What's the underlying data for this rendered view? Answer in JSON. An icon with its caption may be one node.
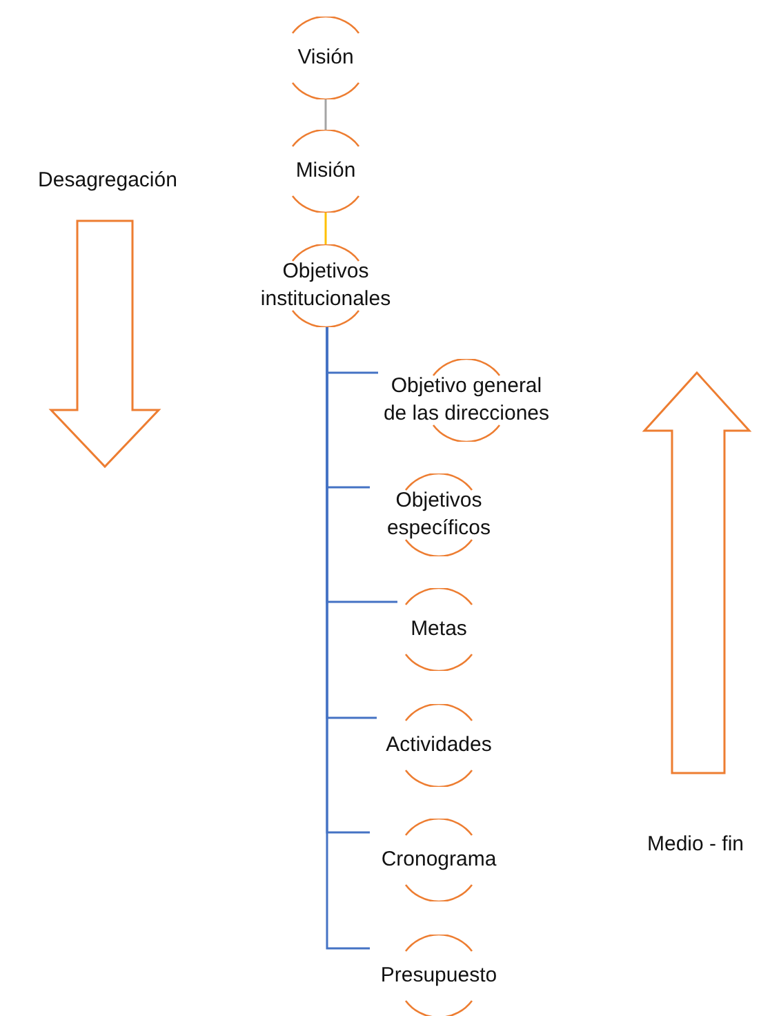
{
  "diagram": {
    "nodes": [
      {
        "text": [
          "Visión"
        ]
      },
      {
        "text": [
          "Misión"
        ]
      },
      {
        "text": [
          "Objetivos institucionales"
        ]
      },
      {
        "text": [
          "Objetivo general de las direcciones"
        ]
      },
      {
        "text": [
          "Objetivos específicos"
        ]
      },
      {
        "text": [
          "Metas"
        ]
      },
      {
        "text": [
          "Actividades"
        ]
      },
      {
        "text": [
          "Cronograma"
        ]
      },
      {
        "text": [
          "Presupuesto"
        ]
      }
    ],
    "edges": [
      {
        "from": 0,
        "to": 1,
        "arrow": "none",
        "color": "#a5a5a5"
      },
      {
        "from": 1,
        "to": 2,
        "arrow": "none",
        "color": "#ffc000"
      },
      {
        "from": 2,
        "to": 3,
        "arrow": "none"
      },
      {
        "from": 2,
        "to": 4,
        "arrow": "none"
      },
      {
        "from": 2,
        "to": 5,
        "arrow": "none"
      },
      {
        "from": 2,
        "to": 6,
        "arrow": "none"
      },
      {
        "from": 2,
        "to": 7,
        "arrow": "none"
      },
      {
        "from": 2,
        "to": 8,
        "arrow": "none"
      }
    ],
    "labels": [
      "Desagregación",
      "Medio - fin"
    ]
  }
}
